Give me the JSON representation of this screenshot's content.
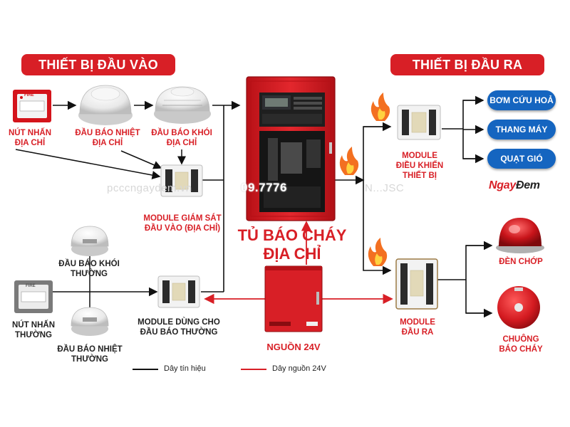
{
  "banners": {
    "input": "THIẾT BỊ ĐẦU VÀO",
    "output": "THIẾT BỊ ĐẦU RA"
  },
  "input_devices": {
    "manual_call_point": "NÚT NHẤN\nĐỊA CHỈ",
    "heat_detector": "ĐẦU BÁO NHIỆT\nĐỊA CHỈ",
    "smoke_detector": "ĐẦU BÁO KHÓI\nĐỊA CHỈ",
    "monitor_module": "MODULE GIÁM SÁT\nĐẦU VÀO (ĐỊA CHỈ)",
    "conv_smoke": "ĐẦU BÁO KHÓI\nTHƯỜNG",
    "conv_call_point": "NÚT NHẤN\nTHƯỜNG",
    "conv_heat": "ĐẦU BÁO NHIỆT\nTHƯỜNG",
    "conv_module": "MODULE DÙNG CHO\nĐẦU BÁO THƯỜNG",
    "fire_label": "FIRE"
  },
  "panel": {
    "title_line1": "TỦ BÁO CHÁY",
    "title_line2": "ĐỊA CHỈ"
  },
  "power": {
    "label": "NGUỒN 24V"
  },
  "output_devices": {
    "control_module": "MODULE\nĐIỀU KHIỂN\nTHIẾT BỊ",
    "output_module": "MODULE\nĐẦU RA",
    "pills": [
      "BƠM CỨU HOẢ",
      "THANG MÁY",
      "QUẠT GIÓ"
    ],
    "strobe": "ĐÈN CHỚP",
    "bell": "CHUÔNG\nBÁO CHÁY"
  },
  "legend": {
    "signal": "Dây tín hiệu",
    "power": "Dây nguồn 24V"
  },
  "watermark": {
    "site": "pcccngaydem.vn",
    "phone": "09.7776",
    "right": "N...JSC"
  },
  "logo": {
    "part1": "Ngay",
    "part2": "Đem"
  },
  "colors": {
    "brand_red": "#d81f26",
    "pill_blue": "#1565c0",
    "signal_wire": "#111111",
    "power_wire": "#d81f26"
  }
}
